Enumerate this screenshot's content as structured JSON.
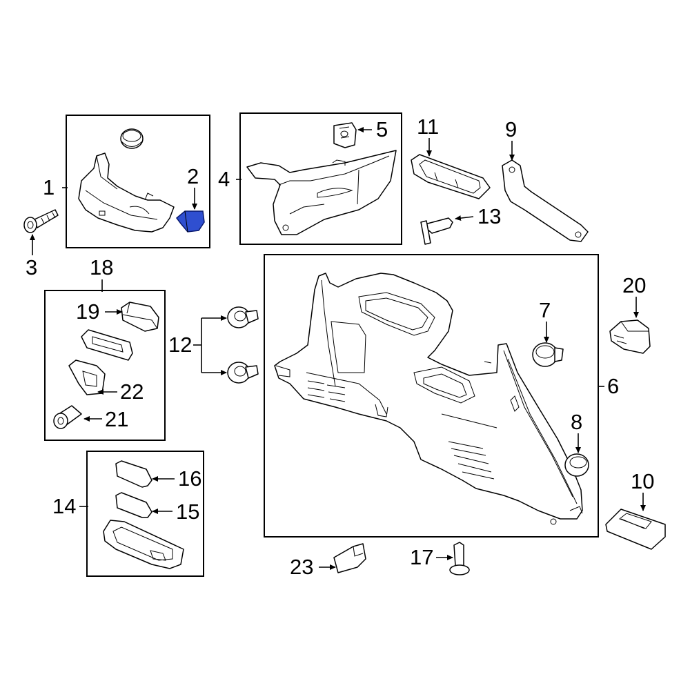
{
  "diagram": {
    "colors": {
      "line": "#000000",
      "background": "#ffffff",
      "highlight": "#2f4fd0"
    },
    "callouts": {
      "c1": "1",
      "c2": "2",
      "c3": "3",
      "c4": "4",
      "c5": "5",
      "c6": "6",
      "c7": "7",
      "c8": "8",
      "c9": "9",
      "c10": "10",
      "c11": "11",
      "c12": "12",
      "c13": "13",
      "c14": "14",
      "c15": "15",
      "c16": "16",
      "c17": "17",
      "c18": "18",
      "c19": "19",
      "c20": "20",
      "c21": "21",
      "c22": "22",
      "c23": "23"
    }
  }
}
